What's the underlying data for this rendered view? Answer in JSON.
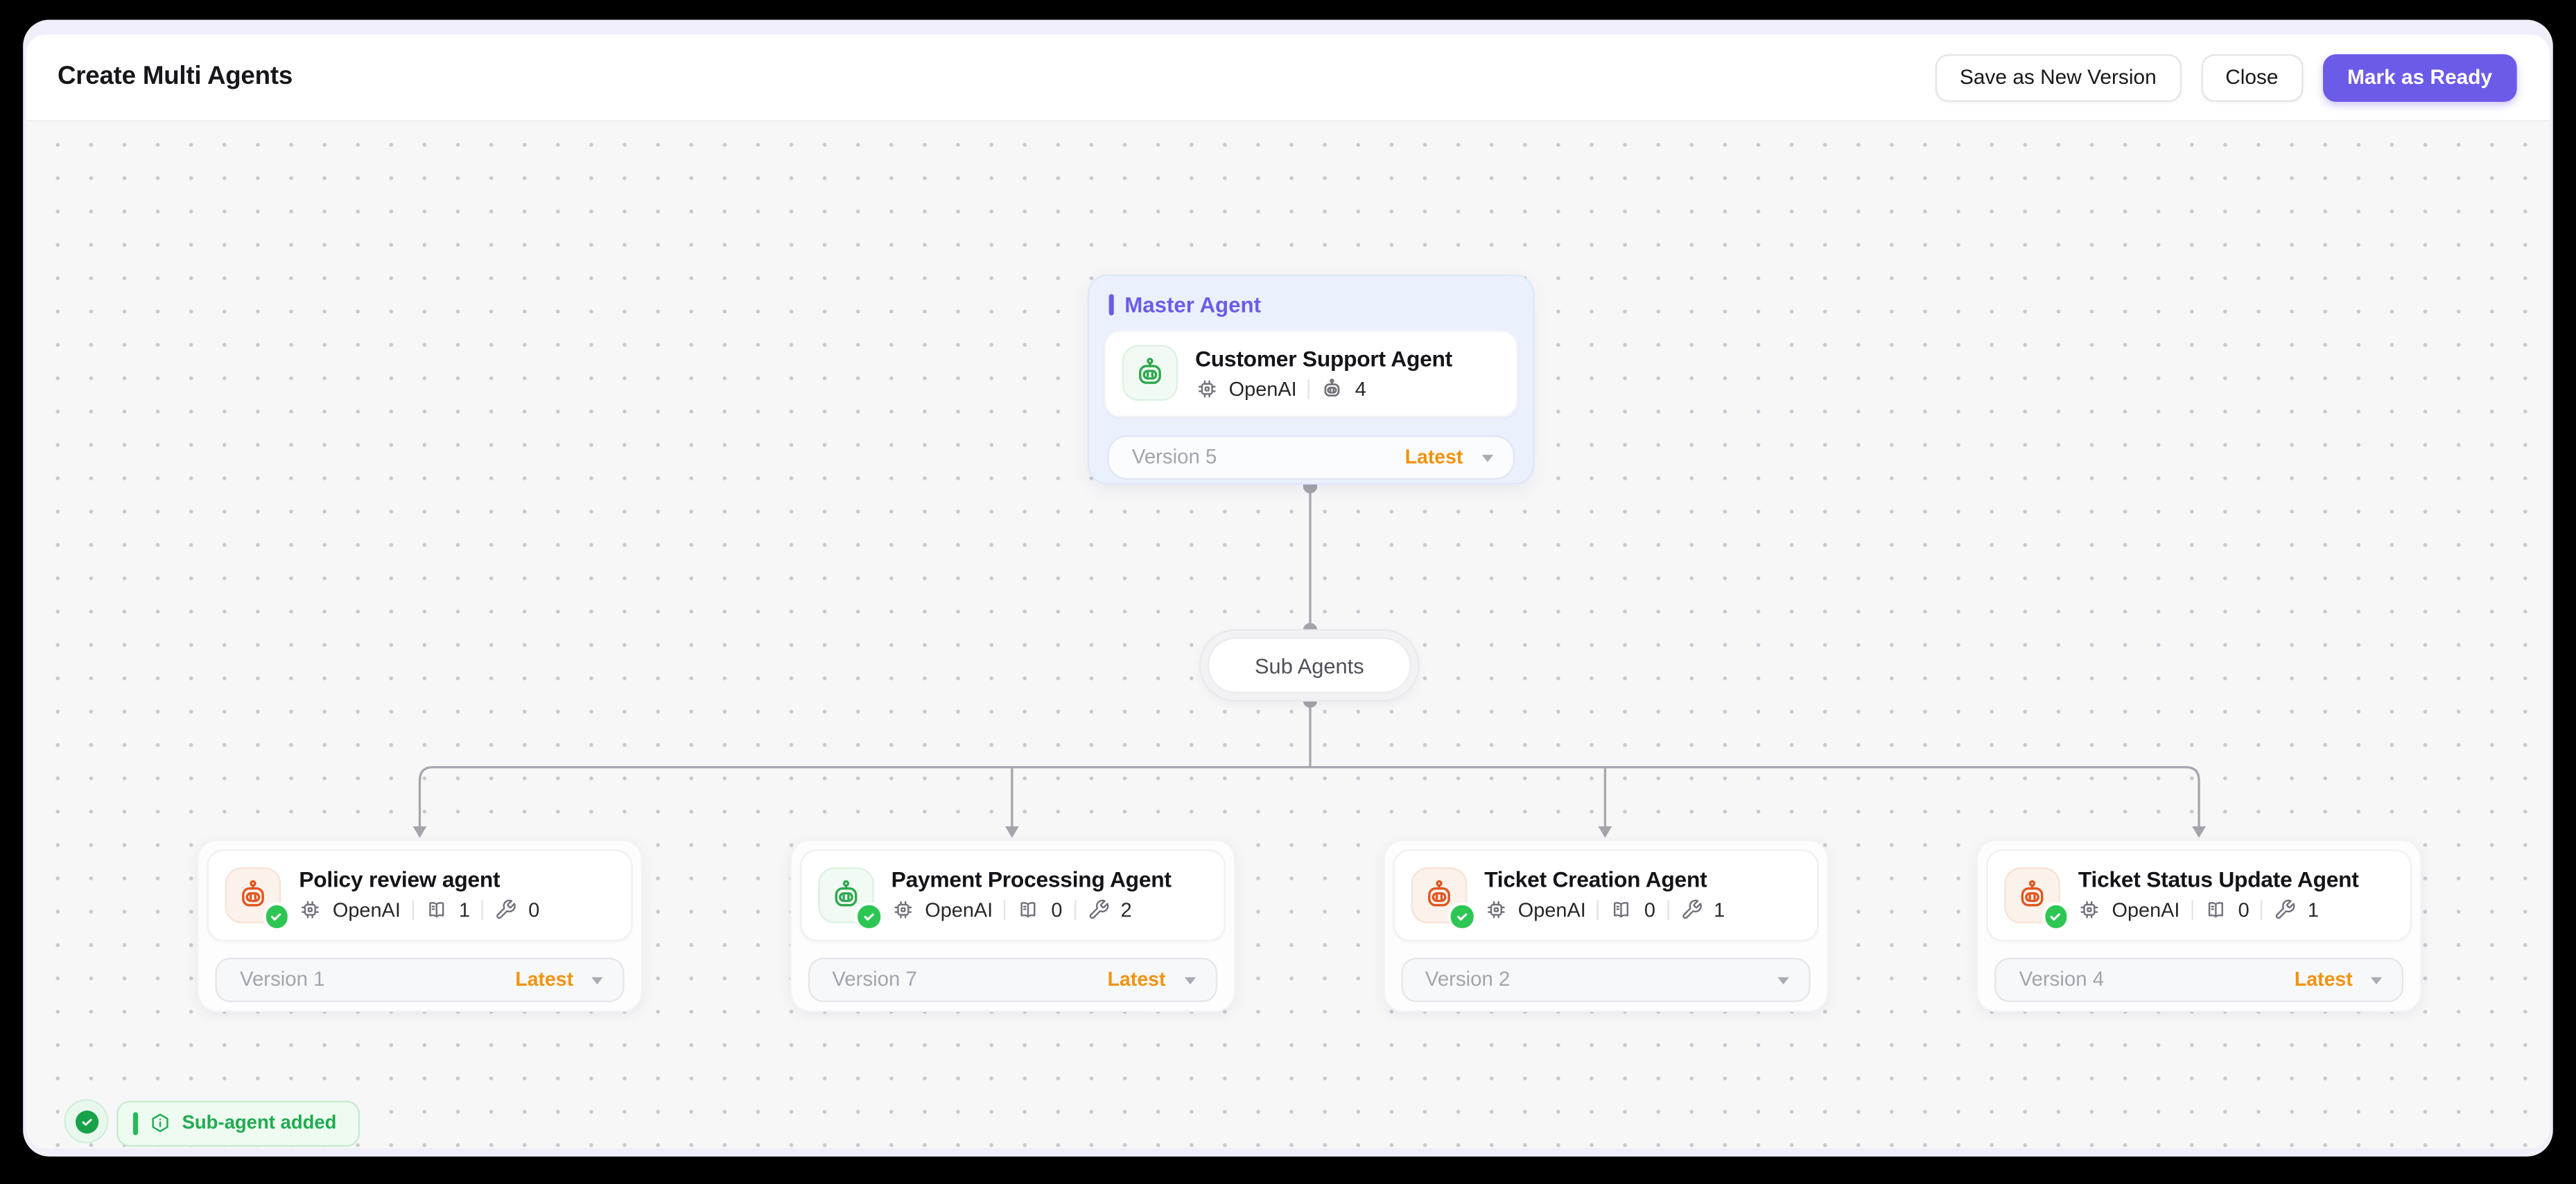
{
  "header": {
    "title": "Create Multi Agents",
    "save_button": "Save as New Version",
    "close_button": "Close",
    "ready_button": "Mark as Ready"
  },
  "flow": {
    "master_section_label": "Master Agent",
    "master": {
      "name": "Customer Support Agent",
      "provider": "OpenAI",
      "agents_count": "4",
      "version": "Version 5",
      "latest_badge": "Latest",
      "icon": "robot-icon",
      "icon_color": "green"
    },
    "hub_label": "Sub Agents",
    "sub_agents": [
      {
        "name": "Policy review agent",
        "provider": "OpenAI",
        "knowledge_count": "1",
        "tools_count": "0",
        "version": "Version 1",
        "latest_badge": "Latest",
        "icon": "robot-icon",
        "icon_color": "orange",
        "verified": true
      },
      {
        "name": "Payment Processing Agent",
        "provider": "OpenAI",
        "knowledge_count": "0",
        "tools_count": "2",
        "version": "Version 7",
        "latest_badge": "Latest",
        "icon": "robot-icon",
        "icon_color": "green",
        "verified": true
      },
      {
        "name": "Ticket Creation Agent",
        "provider": "OpenAI",
        "knowledge_count": "0",
        "tools_count": "1",
        "version": "Version 2",
        "latest_badge": "",
        "icon": "robot-icon",
        "icon_color": "orange",
        "verified": true
      },
      {
        "name": "Ticket Status Update Agent",
        "provider": "OpenAI",
        "knowledge_count": "0",
        "tools_count": "1",
        "version": "Version 4",
        "latest_badge": "Latest",
        "icon": "robot-icon",
        "icon_color": "orange",
        "verified": true
      }
    ]
  },
  "toast": {
    "message": "Sub-agent added",
    "icon": "info-hexagon-icon"
  },
  "fab": {
    "icon": "check-circle-icon"
  },
  "colors": {
    "accent_purple": "#6C5BE8",
    "latest_orange": "#F1930D",
    "success_badge_green": "#2DC653",
    "toast_green": "#1FAC50",
    "agent_green": "#2EA84F",
    "agent_orange": "#E0551F",
    "edge_gray": "#A7A7B0",
    "canvas_bg": "#F7F7F8",
    "window_bg": "#F0EFF9"
  }
}
